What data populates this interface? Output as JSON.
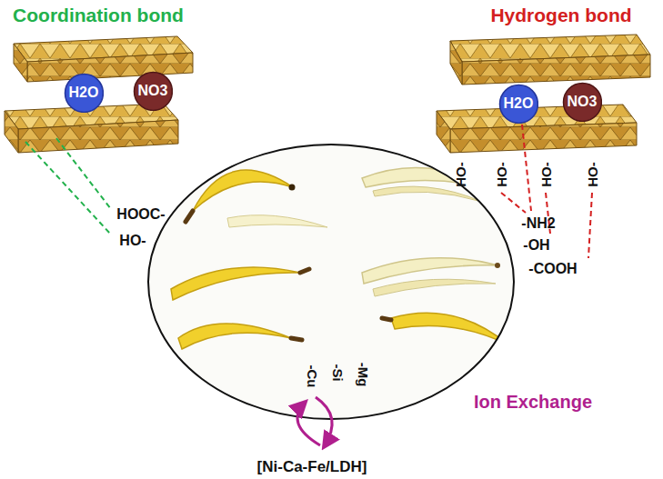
{
  "diagram": {
    "nodes": [
      {
        "text": [
          "H2O"
        ]
      },
      {
        "text": [
          "NO3"
        ]
      },
      {
        "text": [
          "H2O"
        ]
      },
      {
        "text": [
          "NO3"
        ]
      }
    ],
    "labels": [
      "Coordination bond",
      "Hydrogen bond",
      "HOOC-",
      "HO-",
      "HO-",
      "HO-",
      "HO-",
      "HO-",
      "-NH2",
      "-OH",
      "-COOH",
      "-Cu",
      "-Si",
      "-Mg",
      "Ion Exchange",
      "[Ni-Ca-Fe/LDH]"
    ]
  }
}
